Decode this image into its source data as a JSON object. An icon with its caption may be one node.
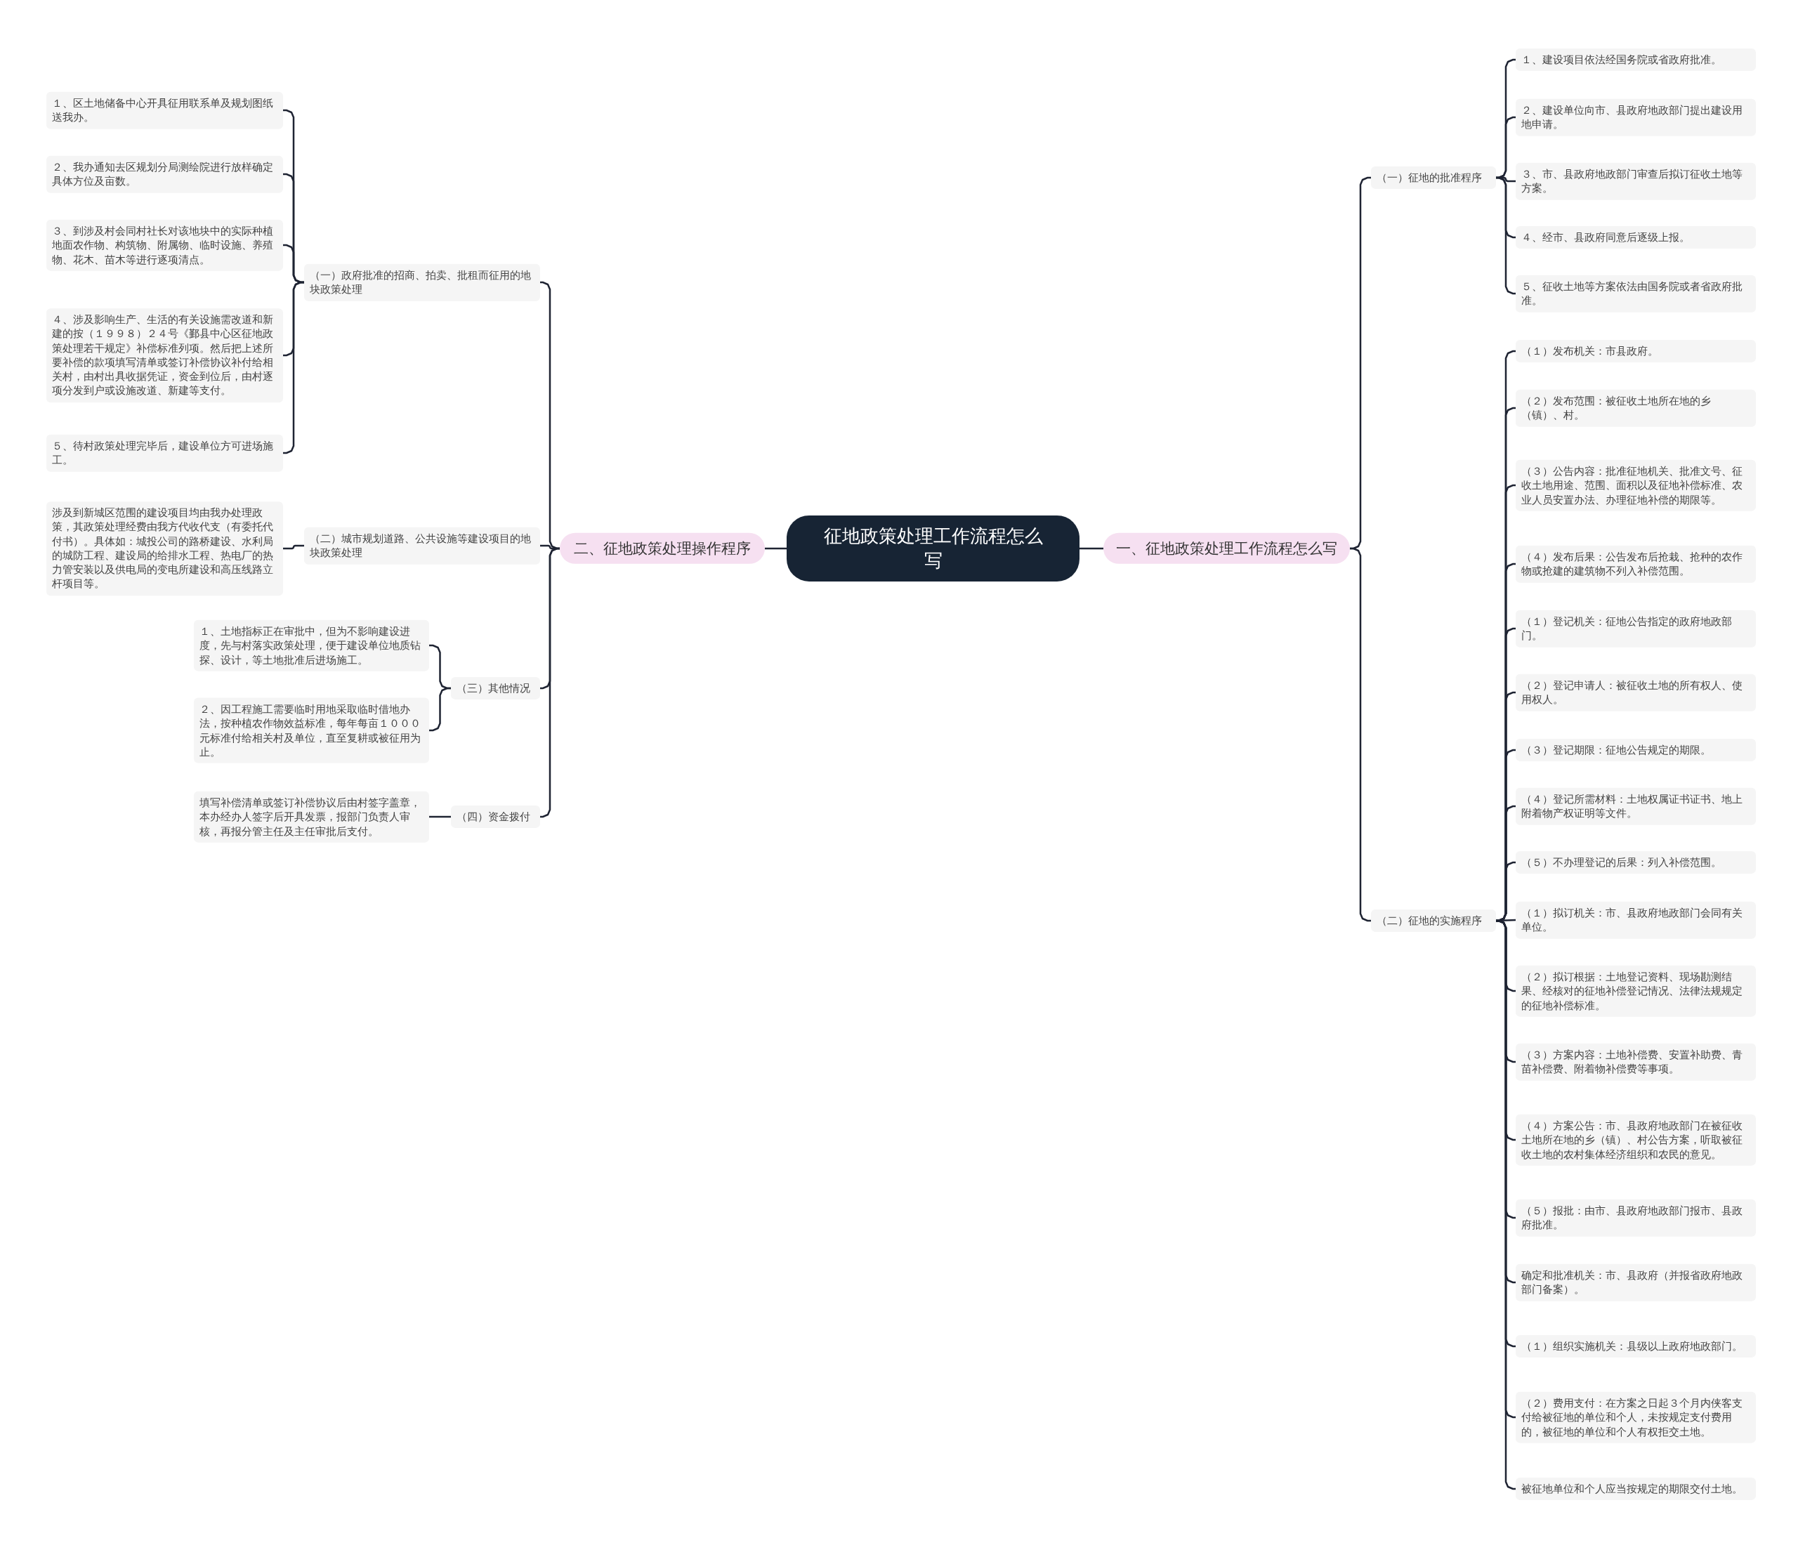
{
  "diagram": {
    "nodes": [
      {
        "text": [
          "征地政策处理工作流程怎么写"
        ]
      },
      {
        "text": [
          "一、征地政策处理工作流程怎么写"
        ]
      },
      {
        "text": [
          "（一）征地的批准程序"
        ]
      },
      {
        "text": [
          "１、建设项目依法经国务院或省政府批准。"
        ]
      },
      {
        "text": [
          "２、建设单位向市、县政府地政部门提出建设用地申请。"
        ]
      },
      {
        "text": [
          "３、市、县政府地政部门审查后拟订征收土地等方案。"
        ]
      },
      {
        "text": [
          "４、经市、县政府同意后逐级上报。"
        ]
      },
      {
        "text": [
          "５、征收土地等方案依法由国务院或者省政府批准。"
        ]
      },
      {
        "text": [
          "（二）征地的实施程序"
        ]
      },
      {
        "text": [
          "（１）发布机关：市县政府。"
        ]
      },
      {
        "text": [
          "（２）发布范围：被征收土地所在地的乡（镇）、村。"
        ]
      },
      {
        "text": [
          "（３）公告内容：批准征地机关、批准文号、征收土地用途、范围、面积以及征地补偿标准、农业人员安置办法、办理征地补偿的期限等。"
        ]
      },
      {
        "text": [
          "（４）发布后果：公告发布后抢栽、抢种的农作物或抢建的建筑物不列入补偿范围。"
        ]
      },
      {
        "text": [
          "（１）登记机关：征地公告指定的政府地政部门。"
        ]
      },
      {
        "text": [
          "（２）登记申请人：被征收土地的所有权人、使用权人。"
        ]
      },
      {
        "text": [
          "（３）登记期限：征地公告规定的期限。"
        ]
      },
      {
        "text": [
          "（４）登记所需材料：土地权属证书证书、地上附着物产权证明等文件。"
        ]
      },
      {
        "text": [
          "（５）不办理登记的后果：列入补偿范围。"
        ]
      },
      {
        "text": [
          "（１）拟订机关：市、县政府地政部门会同有关单位。"
        ]
      },
      {
        "text": [
          "（２）拟订根据：土地登记资料、现场勘测结果、经核对的征地补偿登记情况、法律法规规定的征地补偿标准。"
        ]
      },
      {
        "text": [
          "（３）方案内容：土地补偿费、安置补助费、青苗补偿费、附着物补偿费等事项。"
        ]
      },
      {
        "text": [
          "（４）方案公告：市、县政府地政部门在被征收土地所在地的乡（镇）、村公告方案，听取被征收土地的农村集体经济组织和农民的意见。"
        ]
      },
      {
        "text": [
          "（５）报批：由市、县政府地政部门报市、县政府批准。"
        ]
      },
      {
        "text": [
          "确定和批准机关：市、县政府（并报省政府地政部门备案）。"
        ]
      },
      {
        "text": [
          "（１）组织实施机关：县级以上政府地政部门。"
        ]
      },
      {
        "text": [
          "（２）费用支付：在方案之日起３个月内侠客支付给被征地的单位和个人，未按规定支付费用的，被征地的单位和个人有权拒交土地。"
        ]
      },
      {
        "text": [
          "被征地单位和个人应当按规定的期限交付土地。"
        ]
      },
      {
        "text": [
          "二、征地政策处理操作程序"
        ]
      },
      {
        "text": [
          "（一）政府批准的招商、拍卖、批租而征用的地块政策处理"
        ]
      },
      {
        "text": [
          "１、区土地储备中心开具征用联系单及规划图纸送我办。"
        ]
      },
      {
        "text": [
          "２、我办通知去区规划分局测绘院进行放样确定具体方位及亩数。"
        ]
      },
      {
        "text": [
          "３、到涉及村会同村社长对该地块中的实际种植地面农作物、构筑物、附属物、临时设施、养殖物、花木、苗木等进行逐项清点。"
        ]
      },
      {
        "text": [
          "４、涉及影响生产、生活的有关设施需改道和新建的按（１９９８）２４号《鄞县中心区征地政策处理若干规定》补偿标准列项。然后把上述所要补偿的款项填写清单或签订补偿协议补付给相关村，由村出具收据凭证，资金到位后，由村逐项分发到户或设施改道、新建等支付。"
        ]
      },
      {
        "text": [
          "５、待村政策处理完毕后，建设单位方可进场施工。"
        ]
      },
      {
        "text": [
          "（二）城市规划道路、公共设施等建设项目的地块政策处理"
        ]
      },
      {
        "text": [
          "涉及到新城区范围的建设项目均由我办处理政策，其政策处理经费由我方代收代支（有委托代付书）。具体如：城投公司的路桥建设、水利局的城防工程、建设局的给排水工程、热电厂的热力管安装以及供电局的变电所建设和高压线路立杆项目等。"
        ]
      },
      {
        "text": [
          "（三）其他情况"
        ]
      },
      {
        "text": [
          "１、土地指标正在审批中，但为不影响建设进度，先与村落实政策处理，便于建设单位地质钻探、设计，等土地批准后进场施工。"
        ]
      },
      {
        "text": [
          "２、因工程施工需要临时用地采取临时借地办法，按种植农作物效益标准，每年每亩１０００元标准付给相关村及单位，直至复耕或被征用为止。"
        ]
      },
      {
        "text": [
          "（四）资金拨付"
        ]
      },
      {
        "text": [
          "填写补偿清单或签订补偿协议后由村签字盖章，本办经办人签字后开具发票，报部门负责人审核，再报分管主任及主任审批后支付。"
        ]
      }
    ],
    "edges": [
      {
        "from": 0,
        "to": 1,
        "arrow": "none"
      },
      {
        "from": 0,
        "to": 27,
        "arrow": "none"
      },
      {
        "from": 1,
        "to": 2,
        "arrow": "none"
      },
      {
        "from": 1,
        "to": 8,
        "arrow": "none"
      },
      {
        "from": 2,
        "to": 3,
        "arrow": "none"
      },
      {
        "from": 2,
        "to": 4,
        "arrow": "none"
      },
      {
        "from": 2,
        "to": 5,
        "arrow": "none"
      },
      {
        "from": 2,
        "to": 6,
        "arrow": "none"
      },
      {
        "from": 2,
        "to": 7,
        "arrow": "none"
      },
      {
        "from": 8,
        "to": 9,
        "arrow": "none"
      },
      {
        "from": 8,
        "to": 10,
        "arrow": "none"
      },
      {
        "from": 8,
        "to": 11,
        "arrow": "none"
      },
      {
        "from": 8,
        "to": 12,
        "arrow": "none"
      },
      {
        "from": 8,
        "to": 13,
        "arrow": "none"
      },
      {
        "from": 8,
        "to": 14,
        "arrow": "none"
      },
      {
        "from": 8,
        "to": 15,
        "arrow": "none"
      },
      {
        "from": 8,
        "to": 16,
        "arrow": "none"
      },
      {
        "from": 8,
        "to": 17,
        "arrow": "none"
      },
      {
        "from": 8,
        "to": 18,
        "arrow": "none"
      },
      {
        "from": 8,
        "to": 19,
        "arrow": "none"
      },
      {
        "from": 8,
        "to": 20,
        "arrow": "none"
      },
      {
        "from": 8,
        "to": 21,
        "arrow": "none"
      },
      {
        "from": 8,
        "to": 22,
        "arrow": "none"
      },
      {
        "from": 8,
        "to": 23,
        "arrow": "none"
      },
      {
        "from": 8,
        "to": 24,
        "arrow": "none"
      },
      {
        "from": 8,
        "to": 25,
        "arrow": "none"
      },
      {
        "from": 8,
        "to": 26,
        "arrow": "none"
      },
      {
        "from": 27,
        "to": 28,
        "arrow": "none"
      },
      {
        "from": 27,
        "to": 34,
        "arrow": "none"
      },
      {
        "from": 27,
        "to": 36,
        "arrow": "none"
      },
      {
        "from": 27,
        "to": 39,
        "arrow": "none"
      },
      {
        "from": 28,
        "to": 29,
        "arrow": "none"
      },
      {
        "from": 28,
        "to": 30,
        "arrow": "none"
      },
      {
        "from": 28,
        "to": 31,
        "arrow": "none"
      },
      {
        "from": 28,
        "to": 32,
        "arrow": "none"
      },
      {
        "from": 28,
        "to": 33,
        "arrow": "none"
      },
      {
        "from": 34,
        "to": 35,
        "arrow": "none"
      },
      {
        "from": 36,
        "to": 37,
        "arrow": "none"
      },
      {
        "from": 36,
        "to": 38,
        "arrow": "none"
      },
      {
        "from": 39,
        "to": 40,
        "arrow": "none"
      }
    ]
  }
}
